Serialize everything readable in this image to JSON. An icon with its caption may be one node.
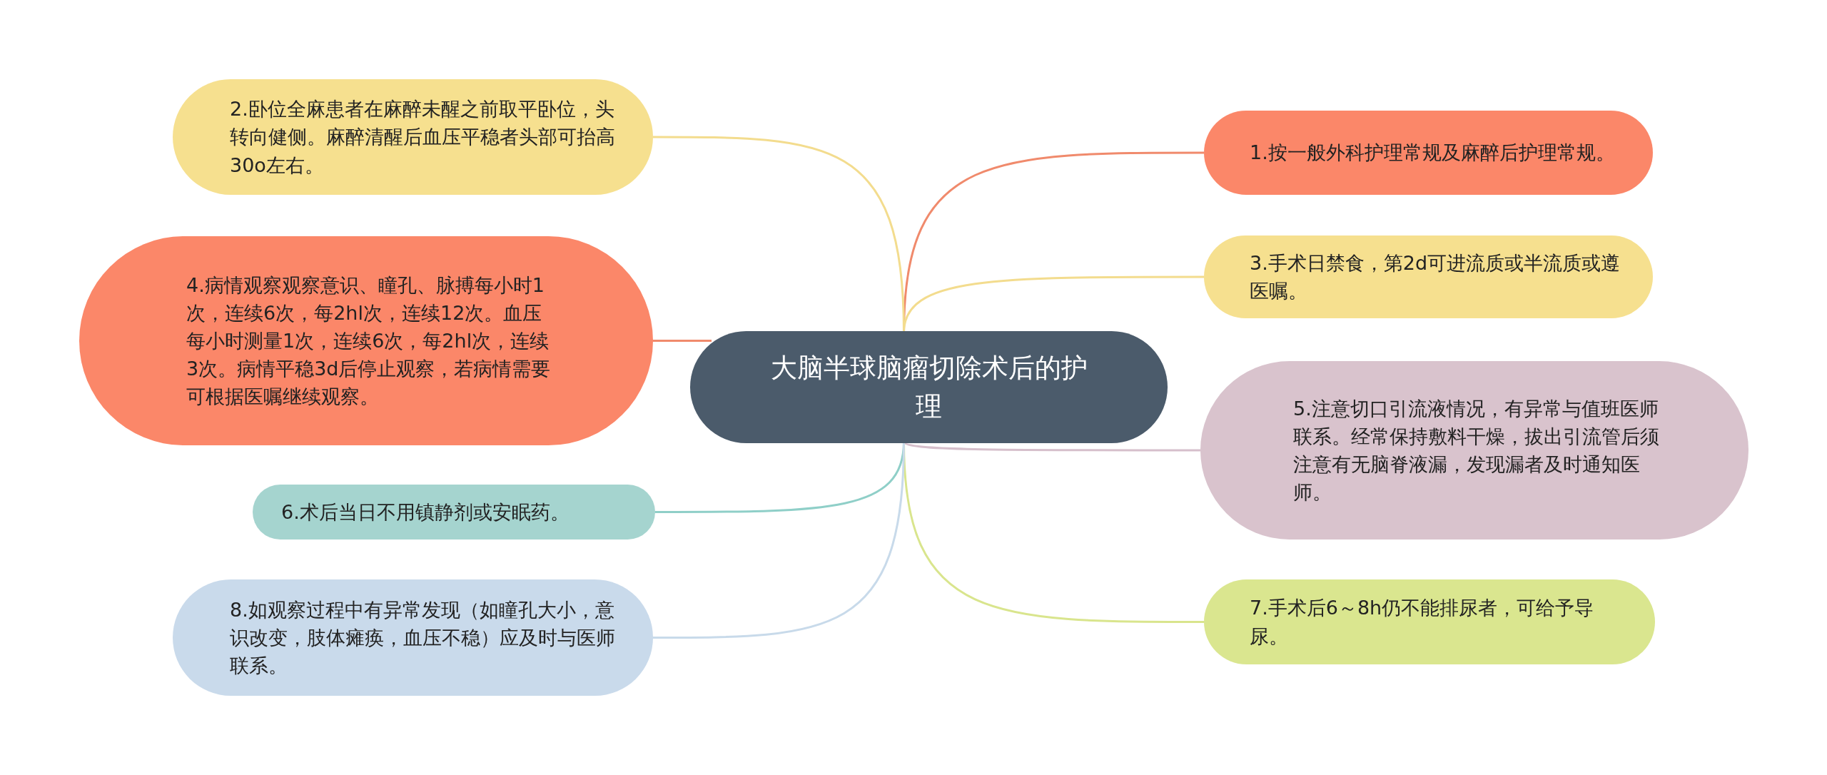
{
  "diagram": {
    "nodes": [
      {
        "text": [
          "大脑半球脑瘤切除术后的护理"
        ]
      },
      {
        "text": [
          "1.按一般外科护理常规及麻醉后护理常规。"
        ]
      },
      {
        "text": [
          "2.卧位全麻患者在麻醉未醒之前取平卧位，头转向健侧。麻醉清醒后血压平稳者头部可抬高30o左右。"
        ]
      },
      {
        "text": [
          "3.手术日禁食，第2d可进流质或半流质或遵医嘱。"
        ]
      },
      {
        "text": [
          "4.病情观察观察意识、瞳孔、脉搏每小时1次，连续6次，每2hl次，连续12次。血压每小时测量1次，连续6次，每2hl次，连续3次。病情平稳3d后停止观察，若病情需要可根据医嘱继续观察。"
        ]
      },
      {
        "text": [
          "5.注意切口引流液情况，有异常与值班医师联系。经常保持敷料干燥，拔出引流管后须注意有无脑脊液漏，发现漏者及时通知医师。"
        ]
      },
      {
        "text": [
          "6.术后当日不用镇静剂或安眠药。"
        ]
      },
      {
        "text": [
          "7.手术后6～8h仍不能排尿者，可给予导尿。"
        ]
      },
      {
        "text": [
          "8.如观察过程中有异常发现（如瞳孔大小，意识改变，肢体瘫痪，血压不稳）应及时与医师联系。"
        ]
      }
    ],
    "edges": [
      {
        "from": 0,
        "to": 1,
        "arrow": "none",
        "color": "#f08a6c"
      },
      {
        "from": 0,
        "to": 2,
        "arrow": "none",
        "color": "#f3dc8e"
      },
      {
        "from": 0,
        "to": 3,
        "arrow": "none",
        "color": "#f3dc8e"
      },
      {
        "from": 0,
        "to": 4,
        "arrow": "none",
        "color": "#f08a6c"
      },
      {
        "from": 0,
        "to": 5,
        "arrow": "none",
        "color": "#d6bfcb"
      },
      {
        "from": 0,
        "to": 6,
        "arrow": "none",
        "color": "#8fcfc8"
      },
      {
        "from": 0,
        "to": 7,
        "arrow": "none",
        "color": "#d9e58d"
      },
      {
        "from": 0,
        "to": 8,
        "arrow": "none",
        "color": "#c8daea"
      }
    ]
  }
}
